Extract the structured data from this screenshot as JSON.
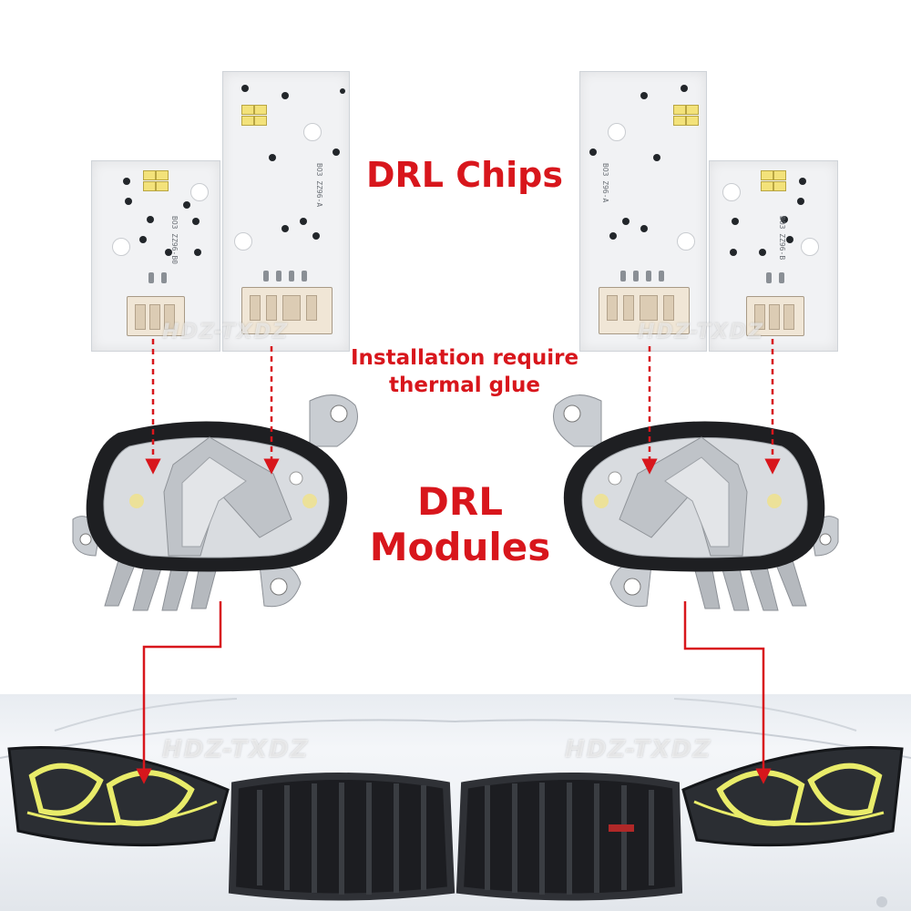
{
  "labels": {
    "chips": "DRL Chips",
    "install_line1": "Installation require",
    "install_line2": "thermal glue",
    "modules_line1": "DRL",
    "modules_line2": "Modules"
  },
  "watermark": "HDZ-TXDZ",
  "chip_silk": {
    "small_left": "BO3 ZZ96-B0",
    "big_left": "BO3 ZZ96-A",
    "big_right": "BO3 Z96-A",
    "small_right": "BO3 ZZ96-B"
  },
  "colors": {
    "accent_red": "#d8161c",
    "led_yellow": "#f3e27a",
    "angel_eye": "#e9ec6a",
    "gasket": "#1e1f22",
    "housing": "#c8ccd1"
  },
  "icons": {
    "left_chip_small": "pcb-led-chip",
    "left_chip_big": "pcb-led-chip",
    "right_chip_big": "pcb-led-chip",
    "right_chip_small": "pcb-led-chip",
    "left_module": "drl-module-housing",
    "right_module": "drl-module-housing",
    "car": "car-front-headlights"
  }
}
